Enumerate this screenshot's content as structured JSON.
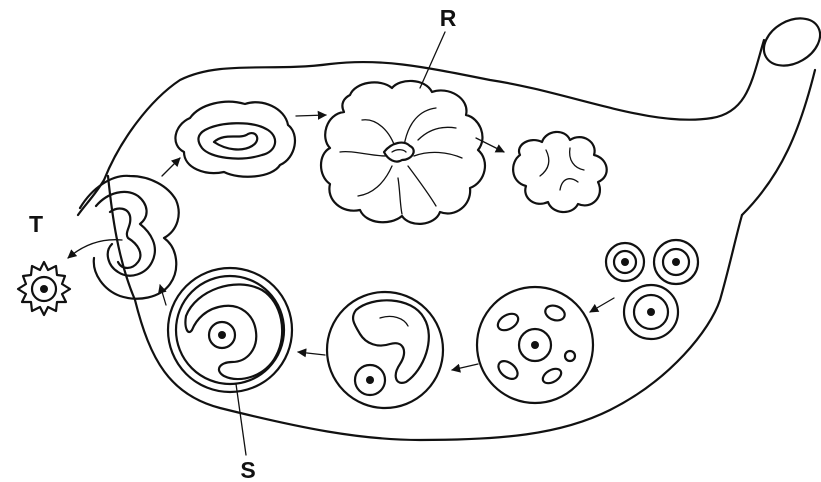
{
  "labels": {
    "R": "R",
    "S": "S",
    "T": "T"
  },
  "colors": {
    "line": "#111111",
    "background": "#ffffff"
  }
}
